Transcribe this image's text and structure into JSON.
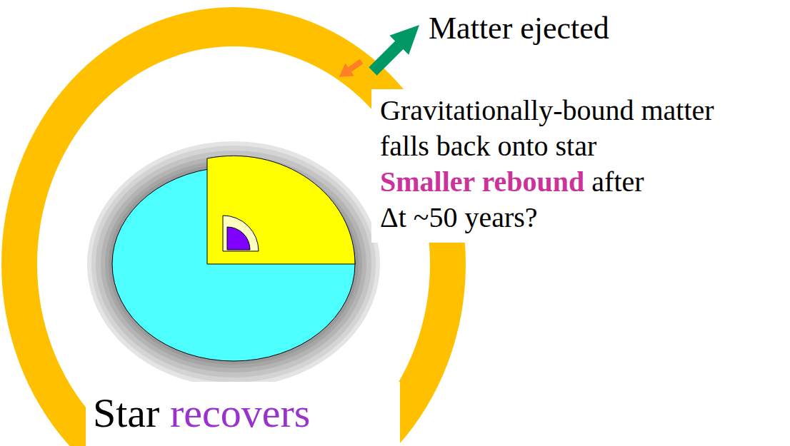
{
  "diagram": {
    "labels": [
      "Matter ejected",
      "Gravitationally-bound matter falls back onto star",
      "Smaller rebound",
      "after",
      "Δt ~50 years?",
      "Star",
      "recovers"
    ]
  }
}
